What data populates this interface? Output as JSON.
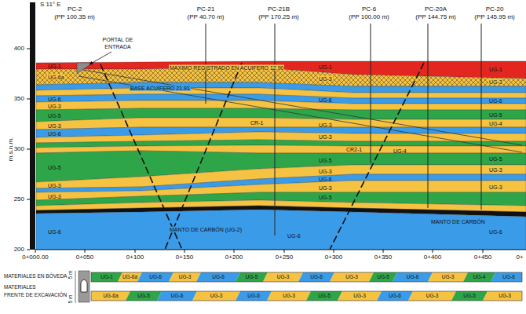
{
  "diagram": {
    "labels": [
      "S 11° E",
      "PC-2",
      "(PP 100.35 m)",
      "PORTAL DE",
      "ENTRADA",
      "PC-21",
      "(PP 40.70 m)",
      "PC-21B",
      "(PP 170.25 m)",
      "PC-6",
      "(PP 100.00 m)",
      "PC-20A",
      "(PP 144.75 m)",
      "PC-20",
      "(PP 145.95 m)",
      "400",
      "350",
      "300",
      "250",
      "200",
      "m.s.n.m.",
      "0+000.00",
      "0+050",
      "0+100",
      "0+150",
      "0+200",
      "0+250",
      "0+300",
      "0+350",
      "0+400",
      "0+450",
      "0+",
      "MAXIMO REGISTRADO EN ACUIFERO 12.90",
      "BASE ACUIFERO 21.91",
      "MANTO DE CARBÓN (UG-2)",
      "MANTO DE CARBÓN",
      "CR-1",
      "CR2-1",
      "UG-4",
      "UG-6",
      "UG-1",
      "UG-6a",
      "UG-6",
      "UG-3",
      "UG-5",
      "UG-3",
      "UG-6",
      "UG-5",
      "UG-3",
      "UG-3",
      "UG-6",
      "UG-1",
      "UG-3",
      "UG-6",
      "UG-3",
      "UG-3",
      "UG-5",
      "UG-3",
      "UG-6",
      "UG-3",
      "UG-5",
      "UG-1",
      "UG-3",
      "UG-6",
      "UG-5",
      "UG-4",
      "UG-5",
      "UG-3",
      "UG-3",
      "UG-6",
      "MATERIALES EN BÓVEDA",
      "MATERIALES",
      "FRENTE DE EXCAVACIÓN",
      "5 m",
      "5 m",
      "UG-1",
      "UG-6a",
      "UG-6",
      "UG-3",
      "UG-6",
      "UG-5",
      "UG-3",
      "UG-6",
      "UG-3",
      "UG-5",
      "UG-6",
      "UG-3",
      "UG-4",
      "UG-6",
      "UG-6a",
      "UG-5",
      "UG-6",
      "UG-3",
      "UG-6",
      "UG-3",
      "UG-5",
      "UG-3",
      "UG-6",
      "UG-3",
      "UG-5",
      "UG-3"
    ]
  }
}
